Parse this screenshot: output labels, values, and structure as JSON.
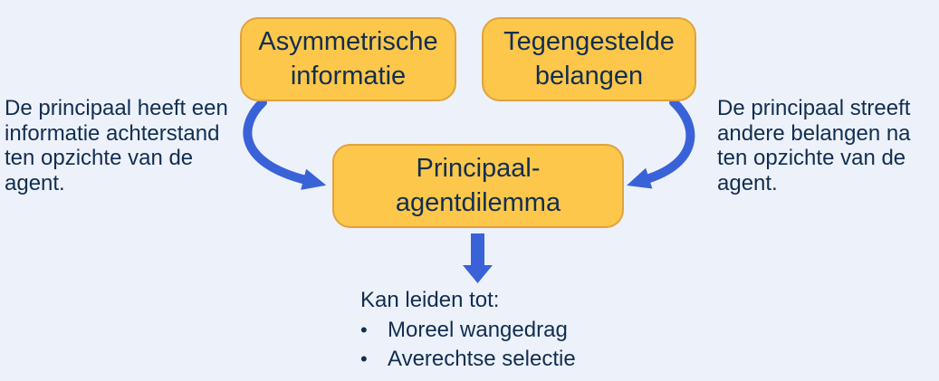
{
  "colors": {
    "page_bg": "#EDF1FA",
    "box_fill": "#FCC74A",
    "box_border": "#E0A23E",
    "text_navy": "#112E50",
    "arrow_blue": "#3A62D8"
  },
  "boxes": {
    "asymmetric_info": {
      "label": "Asymmetrische\ninformatie"
    },
    "opposed_interests": {
      "label": "Tegengestelde\nbelangen"
    },
    "principal_agent": {
      "label": "Principaal-\nagentdilemma"
    }
  },
  "notes": {
    "left": "De principaal heeft een\ninformatie achterstand\nten opzichte van de\nagent.",
    "right": "De principaal streeft\nandere belangen na\nten opzichte van de\nagent."
  },
  "outcome": {
    "heading": "Kan leiden tot:",
    "bullet_char": "•",
    "items": [
      "Moreel wangedrag",
      "Averechtse selectie"
    ]
  }
}
